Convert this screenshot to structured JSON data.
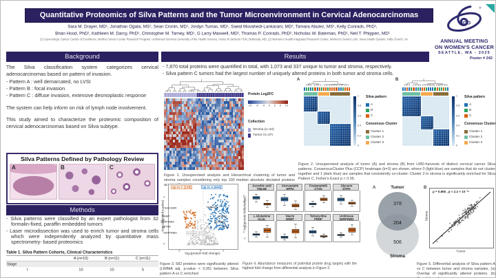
{
  "poster": {
    "title": "Quantitative Proteomics of Silva Patterns and the Tumor Microenvironment in Cervical Adenocarcinomas",
    "authors_line1": "Sara M. Drayer, MD¹, Jonathan Ogata, MS¹, Sean Cronin, MD¹, Jordyn Tumas, MD¹, Saeid Movahedi-Lankarani, MD², Tamara Abulez, MS¹, Kelly Conrads, PhD¹,",
    "authors_line2": "Brian Hood, PhD¹, Kathleen M. Darcy, PhD¹, Christopher M. Tarney, MD¹, G Larry Maxwell, MD², Thomas P. Conrads, PhD², Nicholas W. Bateman, PhD¹, Neil T. Phippen, MD¹",
    "affiliations": "(1) Gynecologic Cancer Center of Excellence, Murtha Cancer Center Research Program, Uniformed Services University of the Health Science, Henry M Jackson FDN, Bethesda, MD, (2) Women's Health Integrated Research Center, Women's Service Line, Inova Health System, Falls Church, VA",
    "logo": {
      "org": "SGO",
      "reg": "®",
      "line1": "ANNUAL MEETING",
      "line2": "ON WOMEN'S CANCER",
      "line3": "SEATTLE, WA - 2025",
      "poster_no": "Poster # 242"
    }
  },
  "background": {
    "header": "Background",
    "intro": "The Silva classification system categorizes cervical adenocarcinomas based on pattern of invasion.",
    "bullets": [
      "- Pattern A : well demarcated, no LVSI",
      "- Pattern B : focal invasion",
      "- Pattern C : diffuse invasion, extensive desmoplastic response"
    ],
    "para2": "The system can help inform on risk of lymph node involvement.",
    "para3": "This study aimed to characterize the proteomic composition of cervical adenocarcinomas based on Silva subtype."
  },
  "pathology_box": {
    "title": "Silva Patterns Defined by Pathology Review",
    "panel_labels": [
      "A",
      "B",
      "C"
    ]
  },
  "methods": {
    "header": "Methods",
    "bullets": [
      "- Silva patterns were classified by an expert pathologist from 32 formalin-fixed, paraffin embedded tumors",
      "- Laser microdissection was used to enrich tumor and stroma cells which were independently analyzed by quantitative mass spectrometry- based proteomics"
    ]
  },
  "results": {
    "header": "Results",
    "bullets": [
      "- 7,870 total proteins were quantified in total, with 1,073 and 337 unique to tumor and stroma, respectively.",
      "- Silva pattern C tumors had the largest number of uniquely altered proteins in both tumor and stroma cells."
    ]
  },
  "table1": {
    "caption": "Table 1. Silva Pattern Cohorts, Clinical Characteristics",
    "columns": [
      "",
      "A (n=10)",
      "B (n=11)",
      "C (n=11)"
    ],
    "rows": [
      {
        "label": "Stage",
        "values": [
          "",
          "",
          ""
        ],
        "shaded": true,
        "indent": false
      },
      {
        "label": "I",
        "values": [
          "10",
          "10",
          "5"
        ],
        "shaded": false,
        "indent": true
      }
    ]
  },
  "fig1": {
    "legend_scale_title": "Protein Log2FC",
    "scale_ticks": [
      "-10",
      "-6",
      "-3",
      "0",
      "3",
      "6",
      "10"
    ],
    "collection_title": "Collection",
    "collection_items": [
      {
        "label": "Stroma (n=34)",
        "color": "#a9a7d6"
      },
      {
        "label": "Tumor (n=37)",
        "color": "#413a8c"
      }
    ],
    "caption": "Figure 1. Unsupervised analysis and Hierarchical clustering of tumor and stroma samples considering only top 100 median absolute deviated proteins across all samples."
  },
  "fig2": {
    "panels": [
      {
        "label": "A",
        "blocks": [
          0.3,
          0.26,
          0.44
        ],
        "block_cluster_colors": [
          "#6fbfa4",
          "#f5a94e",
          "#8a6d3b"
        ],
        "silva_mix": [
          [
            0.55,
            0.3,
            0.15
          ],
          [
            0.25,
            0.35,
            0.4
          ],
          [
            0.25,
            0.2,
            0.55
          ]
        ]
      },
      {
        "label": "B",
        "blocks": [
          0.4,
          0.26,
          0.34
        ],
        "block_cluster_colors": [
          "#6fbfa4",
          "#f5a94e",
          "#8a6d3b"
        ],
        "silva_mix": [
          [
            0.35,
            0.4,
            0.25
          ],
          [
            0.2,
            0.2,
            0.6
          ],
          [
            0.4,
            0.3,
            0.3
          ]
        ]
      }
    ],
    "colorbar_ticks": [
      "1",
      "0.8",
      "0.6",
      "0.4",
      "0.2",
      "0"
    ],
    "silva_legend_title": "Silva pattern",
    "silva_items": [
      {
        "label": "A",
        "color": "#2171b5"
      },
      {
        "label": "B",
        "color": "#2ca25f"
      },
      {
        "label": "C",
        "color": "#d95f0e"
      }
    ],
    "cluster_legend_title": "Consensus Cluster",
    "cluster_items": [
      {
        "label": "Cluster 1",
        "color": "#8a6d3b"
      },
      {
        "label": "Cluster 2",
        "color": "#6fbfa4"
      },
      {
        "label": "Cluster 3",
        "color": "#f5a94e"
      }
    ],
    "caption": "Figure 2. Unsupervised analysis of tumor (A) and stroma (B) from LMD-harvests of distinct cervical cancer Silva patterns. ConsensusCluster Plus (CCP) heatmaps (k=3) are shown, where 0 (light blue) are samples that do not cluster together and 1 (dark blue) are samples that consistently co-cluster. Cluster 2 in stroma is significantly enriched for Silva Pattern C, Fisher's Exact p < 0.05."
  },
  "fig3": {
    "up_c_label": "Up in C (139)",
    "up_a_label": "Up in A (443)",
    "changed_label": "changed (6718)",
    "gene_labels_left": [
      "CEACAM5",
      "NNMT",
      "SERPINB3",
      "KRT6A",
      "SERPINB2"
    ],
    "gene_labels_right": [
      "TMEM119",
      "HOXB2",
      "SCARB1",
      "CPA3"
    ],
    "x_ticks": [
      "-2",
      "0",
      "2"
    ],
    "y_ticks": [
      "0",
      "2",
      "4"
    ],
    "xlabel": "log₂(protein fold change)",
    "ylabel": "-log₁₀(adjusted p-value)",
    "caption": "Figure 3. 582 proteins were significantly altered (LIMMA adj. p-value < 0.05) between Silva pattern A vs C enriched"
  },
  "fig4": {
    "ylabel": "log₂(protein fold change)",
    "y_ticks": [
      "2",
      "0",
      "-2"
    ],
    "panels": [
      {
        "drug": "Ascorbic acid",
        "gene": "TMLHE",
        "blue": [
          -0.3,
          0.6,
          1.0,
          1.4,
          2.1
        ],
        "orange": [
          -2.0,
          -1.3,
          -1.0,
          -0.7,
          0.1
        ]
      },
      {
        "drug": "Atorvastatin",
        "gene": "DPP4",
        "blue": [
          -1.4,
          0.0,
          0.5,
          1.1,
          2.0
        ],
        "orange": [
          -2.7,
          -1.9,
          -1.5,
          -1.0,
          0.0
        ]
      },
      {
        "drug": "Fostamatinib",
        "gene": "CTSS",
        "blue": [
          -1.8,
          -1.2,
          -1.0,
          -0.7,
          -0.1
        ],
        "orange": [
          -0.6,
          0.1,
          0.5,
          0.9,
          1.6
        ]
      },
      {
        "drug": "Glycerin",
        "gene": "GYPA",
        "blue": [
          -1.0,
          0.0,
          0.5,
          0.9,
          1.7
        ],
        "orange": [
          -1.6,
          -1.0,
          -0.7,
          -0.4,
          0.2
        ]
      },
      {
        "drug": "L-Glutamine",
        "gene": "GLUL",
        "blue": [
          -1.9,
          -1.3,
          -1.0,
          -0.8,
          -0.2
        ],
        "orange": [
          -1.9,
          -0.4,
          0.3,
          0.9,
          1.8
        ]
      },
      {
        "drug": "Niacin",
        "gene": "NNMT",
        "blue": [
          -2.8,
          -2.2,
          -1.9,
          -1.6,
          -0.9
        ],
        "orange": [
          -2.0,
          -0.6,
          0.0,
          0.6,
          2.2
        ]
      },
      {
        "drug": "Tetracycline",
        "gene": "PRNP",
        "blue": [
          -1.5,
          -0.6,
          -0.2,
          0.2,
          1.2
        ],
        "orange": [
          -2.1,
          -1.8,
          -1.6,
          -1.4,
          -0.9
        ]
      },
      {
        "drug": "Urokinase",
        "gene": "SERPINB2",
        "blue": [
          -1.8,
          -1.4,
          -1.2,
          -1.0,
          -0.5
        ],
        "orange": [
          -1.1,
          -0.3,
          0.4,
          1.0,
          2.0
        ]
      }
    ],
    "caption": "Figure 4. Abundance measures of potential protein drug targets with the highest fold change from differential analysis in Figure 3."
  },
  "fig5": {
    "panel_a_label": "A",
    "panel_b_label": "B",
    "venn": {
      "top_label": "Tumor",
      "bottom_label": "Stroma",
      "tumor_only": "378",
      "overlap": "204",
      "stroma_only": "506"
    },
    "scatter": {
      "annotation": "ρ = 0.865 , p <  2.2 × 10⁻¹⁶",
      "xlabel": "Tumor",
      "ylabel": "Stroma"
    },
    "caption": "Figure 5. Differential analysis of Silva pattern A vs C between tumor and stroma samples. (a) Overlap of significantly altered proteins. (b) Correlation of"
  },
  "chart_data": [
    {
      "type": "heatmap",
      "name": "fig1_hierarchical_clustering",
      "scale_title": "Protein Log2FC",
      "scale_range": [
        -10,
        10
      ],
      "groups": [
        {
          "name": "Stroma",
          "n": 34
        },
        {
          "name": "Tumor",
          "n": 37
        }
      ],
      "note": "top 100 median absolute deviated proteins"
    },
    {
      "type": "heatmap",
      "name": "fig2_consensus_cluster",
      "k": 3,
      "scale_range": [
        0,
        1
      ],
      "panels": [
        "Tumor (A)",
        "Stroma (B)"
      ],
      "legend": [
        "Silva pattern A/B/C",
        "Consensus Cluster 1/2/3"
      ]
    },
    {
      "type": "scatter",
      "name": "fig3_volcano",
      "up_in_C": 139,
      "up_in_A": 443,
      "unchanged": 6718,
      "significant_total": 582,
      "xlabel": "log2(protein fold change)",
      "ylabel": "-log10(adjusted p-value)",
      "x_ticks": [
        -2,
        0,
        2
      ],
      "y_ticks": [
        0,
        2,
        4
      ]
    },
    {
      "type": "box",
      "name": "fig4_drug_targets",
      "categories": [
        "TMLHE",
        "DPP4",
        "CTSS",
        "GYPA",
        "GLUL",
        "NNMT",
        "PRNP",
        "SERPINB2"
      ],
      "series": [
        {
          "name": "blue",
          "medians": [
            1.0,
            0.5,
            -1.0,
            0.5,
            -1.0,
            -1.9,
            -0.2,
            -1.2
          ]
        },
        {
          "name": "orange",
          "medians": [
            -1.0,
            -1.5,
            0.5,
            -0.7,
            0.3,
            0.0,
            -1.6,
            0.4
          ]
        }
      ],
      "ylabel": "log2(protein fold change)"
    },
    {
      "type": "pie",
      "name": "fig5_venn_overlap",
      "categories": [
        "Tumor only",
        "Overlap",
        "Stroma only"
      ],
      "values": [
        378,
        204,
        506
      ]
    },
    {
      "type": "scatter",
      "name": "fig5_correlation",
      "rho": 0.865,
      "p_value": "< 2.2e-16",
      "xlabel": "Tumor",
      "ylabel": "Stroma"
    }
  ]
}
